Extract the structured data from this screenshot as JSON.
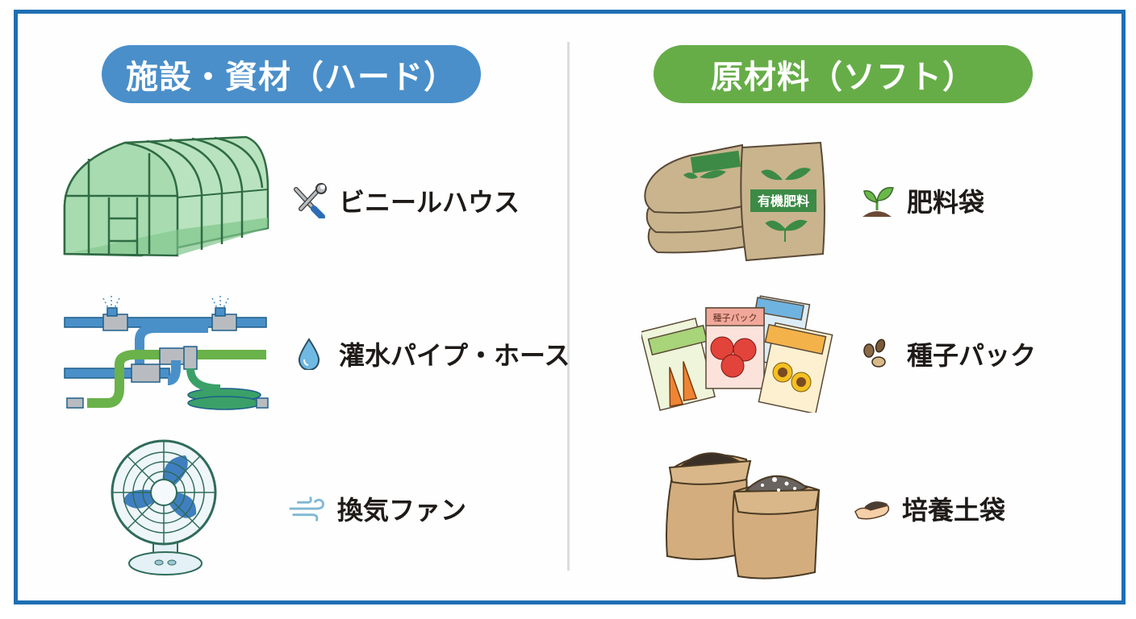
{
  "left": {
    "title": "施設・資材（ハード）",
    "color": "#4a8fca",
    "items": [
      {
        "label": "ビニールハウス",
        "icon": "wrench-screwdriver-icon",
        "illustration": "greenhouse"
      },
      {
        "label": "灌水パイプ・ホース",
        "icon": "water-drop-icon",
        "illustration": "irrigation-pipes-hose"
      },
      {
        "label": "換気ファン",
        "icon": "wind-icon",
        "illustration": "electric-fan"
      }
    ]
  },
  "right": {
    "title": "原材料（ソフト）",
    "color": "#66ad48",
    "items": [
      {
        "label": "肥料袋",
        "icon": "sprout-icon",
        "illustration": "fertilizer-bags",
        "bag_label": "有機肥料"
      },
      {
        "label": "種子パック",
        "icon": "seeds-icon",
        "illustration": "seed-packets",
        "packet_label": "種子パック"
      },
      {
        "label": "培養土袋",
        "icon": "soil-in-hand-icon",
        "illustration": "soil-sacks"
      }
    ]
  },
  "frame_color": "#1f6fb3"
}
